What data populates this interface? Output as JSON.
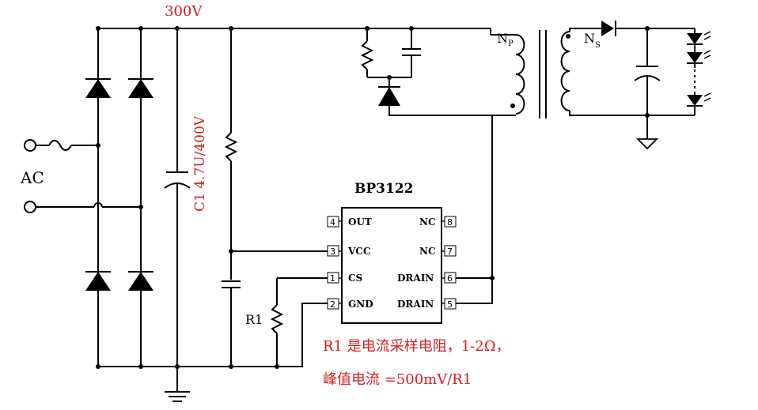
{
  "labels": {
    "voltage": "300V",
    "ac": "AC",
    "cap": "C1 4.7U/400V",
    "np": "N",
    "np_sub": "P",
    "ns": "N",
    "ns_sub": "S",
    "r1": "R1",
    "chip": "BP3122"
  },
  "pins": {
    "p4": "4",
    "p3": "3",
    "p2": "1",
    "p1": "2",
    "p8": "8",
    "p7": "7",
    "p6": "6",
    "p5": "5",
    "out": "OUT",
    "vcc": "VCC",
    "cs": "CS",
    "gnd": "GND",
    "nc1": "NC",
    "nc2": "NC",
    "drain1": "DRAIN",
    "drain2": "DRAIN"
  },
  "notes": {
    "line1": "R1 是电流采样电阻，1-2Ω，",
    "line2": "峰值电流 =500mV/R1"
  },
  "colors": {
    "note": "#d21f1f",
    "line": "#000000"
  }
}
